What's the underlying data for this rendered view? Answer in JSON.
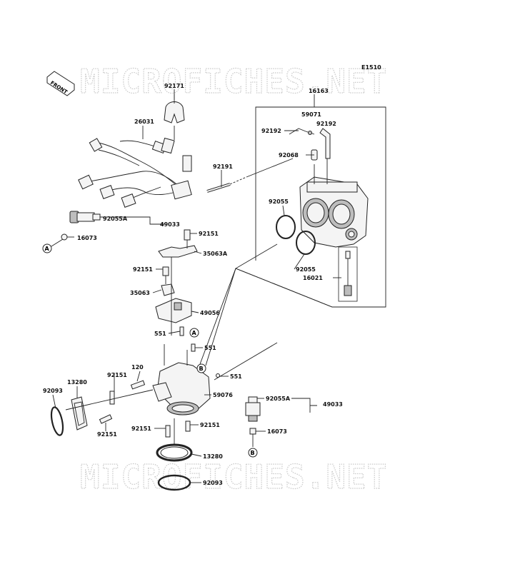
{
  "watermark": "MICROFICHES.NET",
  "diagram_code": "E1510",
  "front_label": "FRONT",
  "ref_markers": {
    "a": "A",
    "b": "B"
  },
  "part_numbers": {
    "p92171": "92171",
    "p26031": "26031",
    "p92191": "92191",
    "p16163": "16163",
    "p59071": "59071",
    "p92192_left": "92192",
    "p92192_right": "92192",
    "p92068": "92068",
    "p92055_upper": "92055",
    "p92055_lower": "92055",
    "p16021": "16021",
    "p92055a_left": "92055A",
    "p49033_left": "49033",
    "p16073_left": "16073",
    "p92151_a": "92151",
    "p35063a": "35063A",
    "p92151_b": "92151",
    "p35063": "35063",
    "p49056": "49056",
    "p551_a": "551",
    "p551_b": "551",
    "p551_c": "551",
    "p120": "120",
    "p92151_c": "92151",
    "p13280_left": "13280",
    "p92093_left": "92093",
    "p59076": "59076",
    "p92151_d": "92151",
    "p92151_e": "92151",
    "p92151_f": "92151",
    "p13280_lower": "13280",
    "p92093_lower": "92093",
    "p92055a_right": "92055A",
    "p49033_right": "49033",
    "p16073_right": "16073"
  }
}
